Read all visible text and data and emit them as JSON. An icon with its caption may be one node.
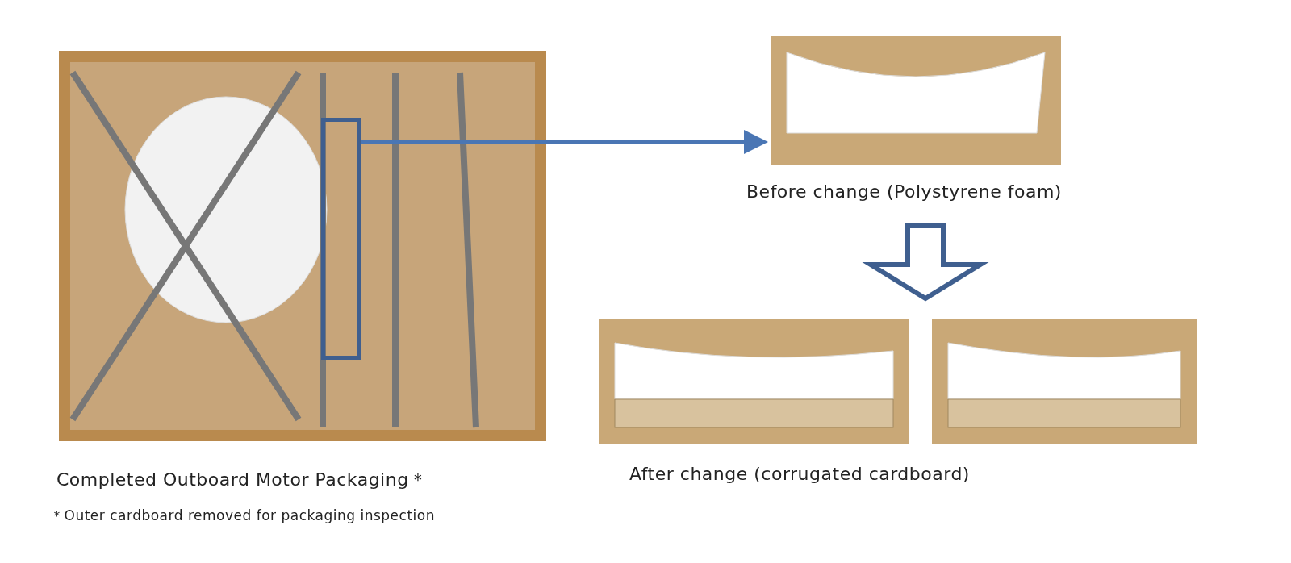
{
  "diagram": {
    "nodes": [
      {
        "text": [
          "Completed Outboard Motor Packaging＊"
        ]
      },
      {
        "text": [],
        "shape": "box",
        "in": 0
      },
      {
        "text": [
          "Before change (Polystyrene foam)"
        ]
      },
      {
        "text": [
          "After change (corrugated cardboard)"
        ]
      },
      {
        "text": [],
        "shape": "picture",
        "in": 3
      },
      {
        "text": [],
        "shape": "picture",
        "in": 3
      }
    ],
    "edges": [
      {
        "from": 1,
        "to": 2,
        "arrow": "to"
      },
      {
        "from": 2,
        "to": 3,
        "arrow": "to",
        "style": "thick"
      }
    ],
    "labels": [
      "＊Outer cardboard removed for packaging inspection"
    ]
  }
}
